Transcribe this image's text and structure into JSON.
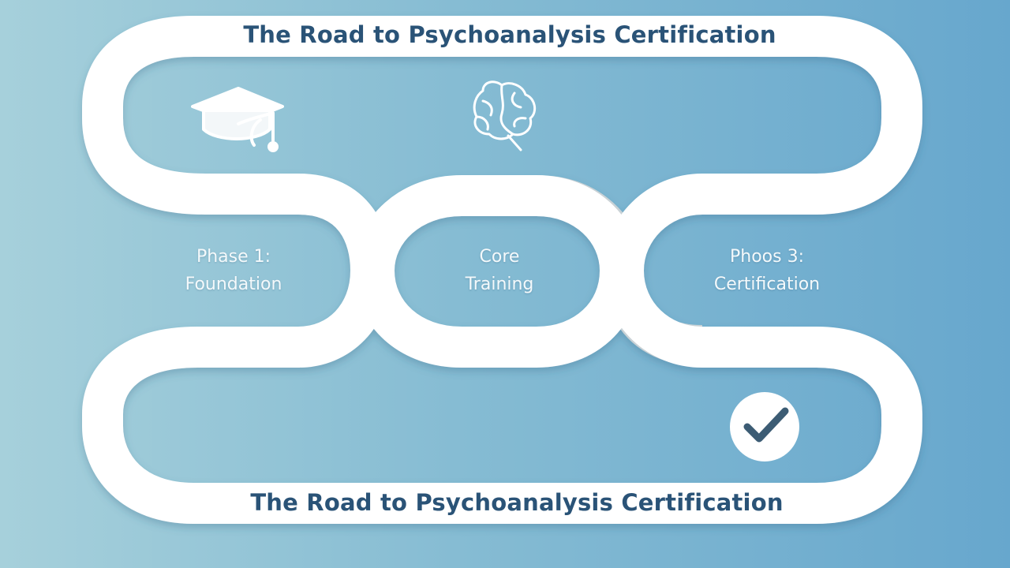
{
  "title_top": "The Road to Psychoanalysis Certification",
  "title_bottom": "The Road to Psychoanalysis Certification",
  "phases": [
    {
      "line1": "Phase 1:",
      "line2": "Foundation",
      "icon": "graduation-cap-icon"
    },
    {
      "line1": "Core",
      "line2": "Training",
      "icon": "brain-icon"
    },
    {
      "line1": "Phoos 3:",
      "line2": "Certification",
      "icon": "checkmark-circle-icon"
    }
  ],
  "colors": {
    "background_left": "#a6d0db",
    "background_right": "#67a7cd",
    "road": "#ffffff",
    "road_connector": "#c9d2d6",
    "title_text": "#2a5377",
    "check_mark": "#3c5c74"
  }
}
